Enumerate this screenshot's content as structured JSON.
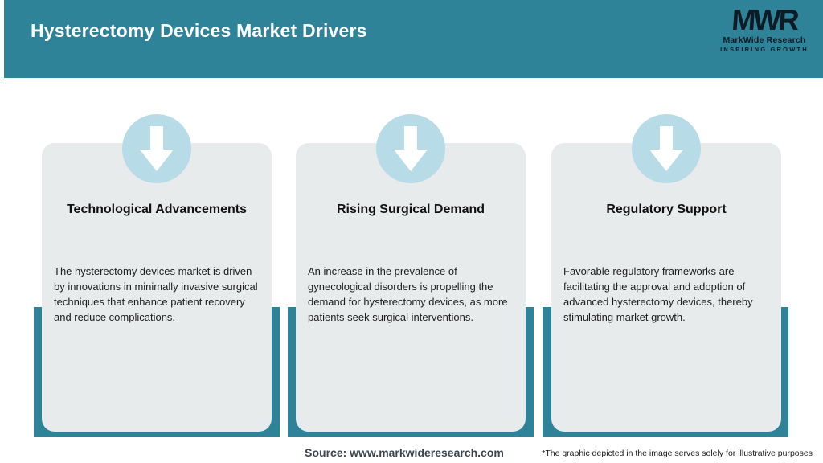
{
  "header": {
    "title": "Hysterectomy Devices Market Drivers",
    "logo": {
      "monogram": "MWR",
      "name": "MarkWide Research",
      "tagline": "INSPIRING GROWTH"
    }
  },
  "cards": [
    {
      "title": "Technological Advancements",
      "body": "The hysterectomy devices market is driven by innovations in minimally invasive surgical techniques that enhance patient recovery and reduce complications."
    },
    {
      "title": "Rising Surgical Demand",
      "body": "An increase in the prevalence of gynecological disorders is propelling the demand for hysterectomy devices, as more patients seek surgical interventions."
    },
    {
      "title": "Regulatory Support",
      "body": "Favorable regulatory frameworks are facilitating the approval and adoption of advanced hysterectomy devices, thereby stimulating market growth."
    }
  ],
  "footer": {
    "source": "Source: www.markwideresearch.com",
    "disclaimer": "*The graphic depicted in the image serves solely for illustrative purposes"
  },
  "colors": {
    "teal": "#2F8399",
    "card_background": "#E8EBEC",
    "arrow_circle_blue": "#B7DBE7",
    "logo_navy": "#0E1A24",
    "title_white": "#FFFFFF"
  }
}
